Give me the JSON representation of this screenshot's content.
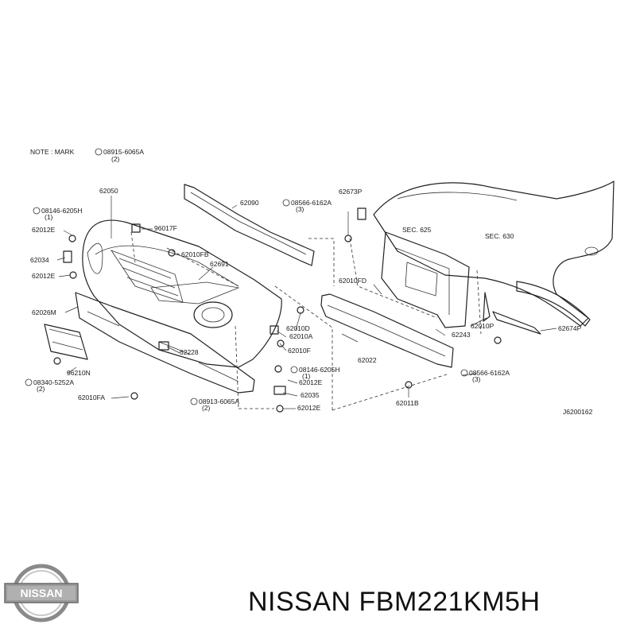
{
  "diagram": {
    "note": "NOTE : MARK",
    "note_ref": "08915-6065A",
    "note_qty": "(2)",
    "labels": [
      {
        "id": "l62050",
        "text": "62050"
      },
      {
        "id": "l08146a",
        "text": "08146-6205H"
      },
      {
        "id": "l08146a_q",
        "text": "(1)"
      },
      {
        "id": "l62012e1",
        "text": "62012E"
      },
      {
        "id": "l62034",
        "text": "62034"
      },
      {
        "id": "l62012e2",
        "text": "62012E"
      },
      {
        "id": "l96017f",
        "text": "96017F"
      },
      {
        "id": "l62010fb",
        "text": "62010FB"
      },
      {
        "id": "l62691",
        "text": "62691"
      },
      {
        "id": "l62090",
        "text": "62090"
      },
      {
        "id": "l08566a",
        "text": "08566-6162A"
      },
      {
        "id": "l08566a_q",
        "text": "(3)"
      },
      {
        "id": "l62673p",
        "text": "62673P"
      },
      {
        "id": "lsec625",
        "text": "SEC. 625"
      },
      {
        "id": "lsec630",
        "text": "SEC. 630"
      },
      {
        "id": "l62026m",
        "text": "62026M"
      },
      {
        "id": "l62010fd",
        "text": "62010FD"
      },
      {
        "id": "l62010d",
        "text": "62010D"
      },
      {
        "id": "l62010a",
        "text": "62010A"
      },
      {
        "id": "l62228",
        "text": "62228"
      },
      {
        "id": "l62010f",
        "text": "62010F"
      },
      {
        "id": "l96210n",
        "text": "96210N"
      },
      {
        "id": "l08340",
        "text": "08340-5252A"
      },
      {
        "id": "l08340_q",
        "text": "(2)"
      },
      {
        "id": "l08146b",
        "text": "08146-6205H"
      },
      {
        "id": "l08146b_q",
        "text": "(1)"
      },
      {
        "id": "l62012e3",
        "text": "62012E"
      },
      {
        "id": "l62022",
        "text": "62022"
      },
      {
        "id": "l62243",
        "text": "62243"
      },
      {
        "id": "l62010p",
        "text": "62010P"
      },
      {
        "id": "l62674p",
        "text": "62674P"
      },
      {
        "id": "l08566b",
        "text": "08566-6162A"
      },
      {
        "id": "l08566b_q",
        "text": "(3)"
      },
      {
        "id": "l62010fa",
        "text": "62010FA"
      },
      {
        "id": "l08913",
        "text": "08913-6065A"
      },
      {
        "id": "l08913_q",
        "text": "(2)"
      },
      {
        "id": "l62035",
        "text": "62035"
      },
      {
        "id": "l62012e4",
        "text": "62012E"
      },
      {
        "id": "l62011b",
        "text": "62011B"
      },
      {
        "id": "ldiagram_code",
        "text": "J6200162"
      }
    ]
  },
  "logo": {
    "text": "NISSAN"
  },
  "caption": {
    "text": "NISSAN FBM221KM5H"
  }
}
